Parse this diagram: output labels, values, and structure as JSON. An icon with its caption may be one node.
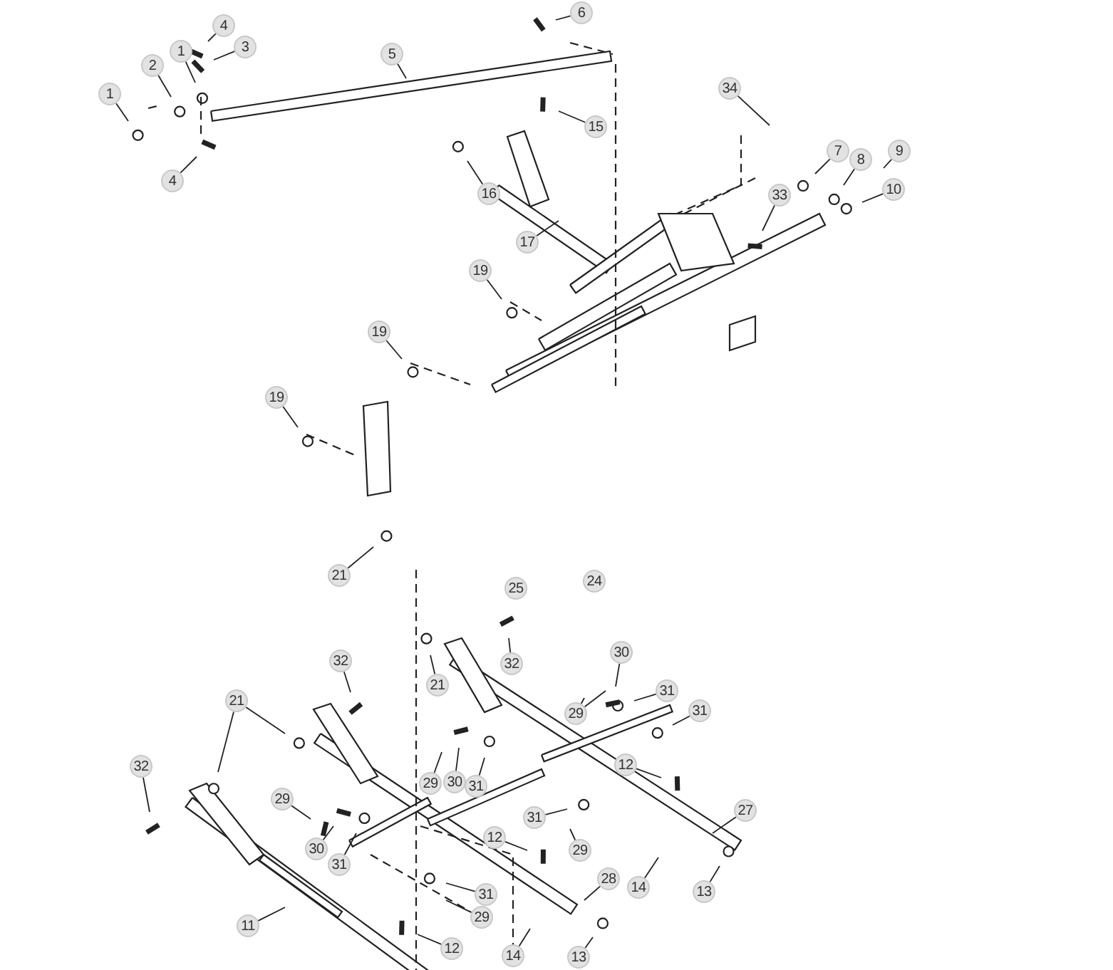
{
  "diagram": {
    "nodes": [
      {
        "text": [
          "1"
        ]
      },
      {
        "text": [
          "2"
        ]
      },
      {
        "text": [
          "1"
        ]
      },
      {
        "text": [
          "4"
        ]
      },
      {
        "text": [
          "3"
        ]
      },
      {
        "text": [
          "4"
        ]
      },
      {
        "text": [
          "5"
        ]
      },
      {
        "text": [
          "6"
        ]
      },
      {
        "text": [
          "15"
        ]
      },
      {
        "text": [
          "16"
        ]
      },
      {
        "text": [
          "17"
        ]
      },
      {
        "text": [
          "34"
        ]
      },
      {
        "text": [
          "7"
        ]
      },
      {
        "text": [
          "8"
        ]
      },
      {
        "text": [
          "9"
        ]
      },
      {
        "text": [
          "10"
        ]
      },
      {
        "text": [
          "33"
        ]
      },
      {
        "text": [
          "19"
        ]
      },
      {
        "text": [
          "19"
        ]
      },
      {
        "text": [
          "19"
        ]
      },
      {
        "text": [
          "21"
        ]
      },
      {
        "text": [
          "25"
        ]
      },
      {
        "text": [
          "24"
        ]
      },
      {
        "text": [
          "32"
        ]
      },
      {
        "text": [
          "32"
        ]
      },
      {
        "text": [
          "21"
        ]
      },
      {
        "text": [
          "30"
        ]
      },
      {
        "text": [
          "29"
        ]
      },
      {
        "text": [
          "31"
        ]
      },
      {
        "text": [
          "31"
        ]
      },
      {
        "text": [
          "21"
        ]
      },
      {
        "text": [
          "32"
        ]
      },
      {
        "text": [
          "29"
        ]
      },
      {
        "text": [
          "30"
        ]
      },
      {
        "text": [
          "31"
        ]
      },
      {
        "text": [
          "12"
        ]
      },
      {
        "text": [
          "27"
        ]
      },
      {
        "text": [
          "29"
        ]
      },
      {
        "text": [
          "30"
        ]
      },
      {
        "text": [
          "31"
        ]
      },
      {
        "text": [
          "31"
        ]
      },
      {
        "text": [
          "29"
        ]
      },
      {
        "text": [
          "12"
        ]
      },
      {
        "text": [
          "14"
        ]
      },
      {
        "text": [
          "13"
        ]
      },
      {
        "text": [
          "28"
        ]
      },
      {
        "text": [
          "31"
        ]
      },
      {
        "text": [
          "29"
        ]
      },
      {
        "text": [
          "11"
        ]
      },
      {
        "text": [
          "12"
        ]
      },
      {
        "text": [
          "14"
        ]
      },
      {
        "text": [
          "13"
        ]
      }
    ],
    "edges": [
      {
        "from": 0,
        "to": null,
        "arrow": "none"
      },
      {
        "from": 1,
        "to": null,
        "arrow": "none"
      },
      {
        "from": 2,
        "to": null,
        "arrow": "none"
      },
      {
        "from": 3,
        "to": null,
        "arrow": "none"
      },
      {
        "from": 4,
        "to": null,
        "arrow": "none"
      },
      {
        "from": 5,
        "to": null,
        "arrow": "none"
      },
      {
        "from": 6,
        "to": null,
        "arrow": "none"
      },
      {
        "from": 7,
        "to": null,
        "arrow": "none"
      },
      {
        "from": 8,
        "to": null,
        "arrow": "none"
      },
      {
        "from": 9,
        "to": null,
        "arrow": "none"
      },
      {
        "from": 10,
        "to": null,
        "arrow": "none"
      },
      {
        "from": 11,
        "to": null,
        "arrow": "none"
      },
      {
        "from": 12,
        "to": null,
        "arrow": "none"
      },
      {
        "from": 13,
        "to": null,
        "arrow": "none"
      },
      {
        "from": 14,
        "to": null,
        "arrow": "none"
      },
      {
        "from": 15,
        "to": null,
        "arrow": "none"
      },
      {
        "from": 16,
        "to": null,
        "arrow": "none"
      },
      {
        "from": 17,
        "to": null,
        "arrow": "none"
      },
      {
        "from": 18,
        "to": null,
        "arrow": "none"
      },
      {
        "from": 19,
        "to": null,
        "arrow": "none"
      },
      {
        "from": 20,
        "to": null,
        "arrow": "none"
      },
      {
        "from": 23,
        "to": null,
        "arrow": "none"
      },
      {
        "from": 24,
        "to": null,
        "arrow": "none"
      },
      {
        "from": 25,
        "to": null,
        "arrow": "none"
      },
      {
        "from": 26,
        "to": null,
        "arrow": "none"
      },
      {
        "from": 27,
        "to": null,
        "arrow": "none"
      },
      {
        "from": 27,
        "to": null,
        "arrow": "none"
      },
      {
        "from": 28,
        "to": null,
        "arrow": "none"
      },
      {
        "from": 29,
        "to": null,
        "arrow": "none"
      },
      {
        "from": 30,
        "to": null,
        "arrow": "none"
      },
      {
        "from": 30,
        "to": null,
        "arrow": "none"
      },
      {
        "from": 31,
        "to": null,
        "arrow": "none"
      },
      {
        "from": 32,
        "to": null,
        "arrow": "none"
      },
      {
        "from": 33,
        "to": null,
        "arrow": "none"
      },
      {
        "from": 34,
        "to": null,
        "arrow": "none"
      },
      {
        "from": 35,
        "to": null,
        "arrow": "none"
      },
      {
        "from": 36,
        "to": null,
        "arrow": "none"
      },
      {
        "from": 37,
        "to": null,
        "arrow": "none"
      },
      {
        "from": 38,
        "to": null,
        "arrow": "none"
      },
      {
        "from": 39,
        "to": null,
        "arrow": "none"
      },
      {
        "from": 40,
        "to": null,
        "arrow": "none"
      },
      {
        "from": 41,
        "to": null,
        "arrow": "none"
      },
      {
        "from": 42,
        "to": null,
        "arrow": "none"
      },
      {
        "from": 43,
        "to": null,
        "arrow": "none"
      },
      {
        "from": 44,
        "to": null,
        "arrow": "none"
      },
      {
        "from": 45,
        "to": null,
        "arrow": "none"
      },
      {
        "from": 46,
        "to": null,
        "arrow": "none"
      },
      {
        "from": 47,
        "to": null,
        "arrow": "none"
      },
      {
        "from": 48,
        "to": null,
        "arrow": "none"
      },
      {
        "from": 49,
        "to": null,
        "arrow": "none"
      },
      {
        "from": 50,
        "to": null,
        "arrow": "none"
      },
      {
        "from": 51,
        "to": null,
        "arrow": "none"
      }
    ]
  }
}
